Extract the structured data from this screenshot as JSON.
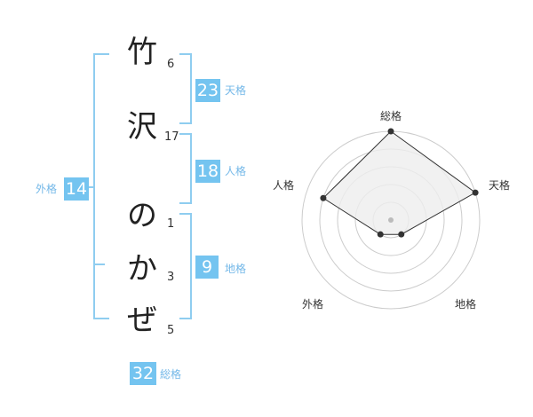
{
  "name": {
    "chars": [
      {
        "char": "竹",
        "strokes": "6"
      },
      {
        "char": "沢",
        "strokes": "17"
      },
      {
        "char": "の",
        "strokes": "1"
      },
      {
        "char": "か",
        "strokes": "3"
      },
      {
        "char": "ぜ",
        "strokes": "5"
      }
    ]
  },
  "fortunes": {
    "tenkaku": {
      "value": "23",
      "label": "天格"
    },
    "jinkaku": {
      "value": "18",
      "label": "人格"
    },
    "chikaku": {
      "value": "9",
      "label": "地格"
    },
    "gaikaku": {
      "value": "14",
      "label": "外格"
    },
    "soukaku": {
      "value": "32",
      "label": "総格"
    }
  },
  "radar": {
    "labels": {
      "top": "総格",
      "right": "天格",
      "bottom_right": "地格",
      "bottom_left": "外格",
      "left": "人格"
    },
    "rings": 5,
    "scores": {
      "soukaku": 5,
      "tenkaku": 5,
      "chikaku": 1,
      "gaikaku": 1,
      "jinkaku": 4
    },
    "max": 5,
    "colors": {
      "fill": "#eeeeee",
      "stroke": "#333333",
      "ring": "#cccccc",
      "center": "#bbbbbb"
    }
  }
}
